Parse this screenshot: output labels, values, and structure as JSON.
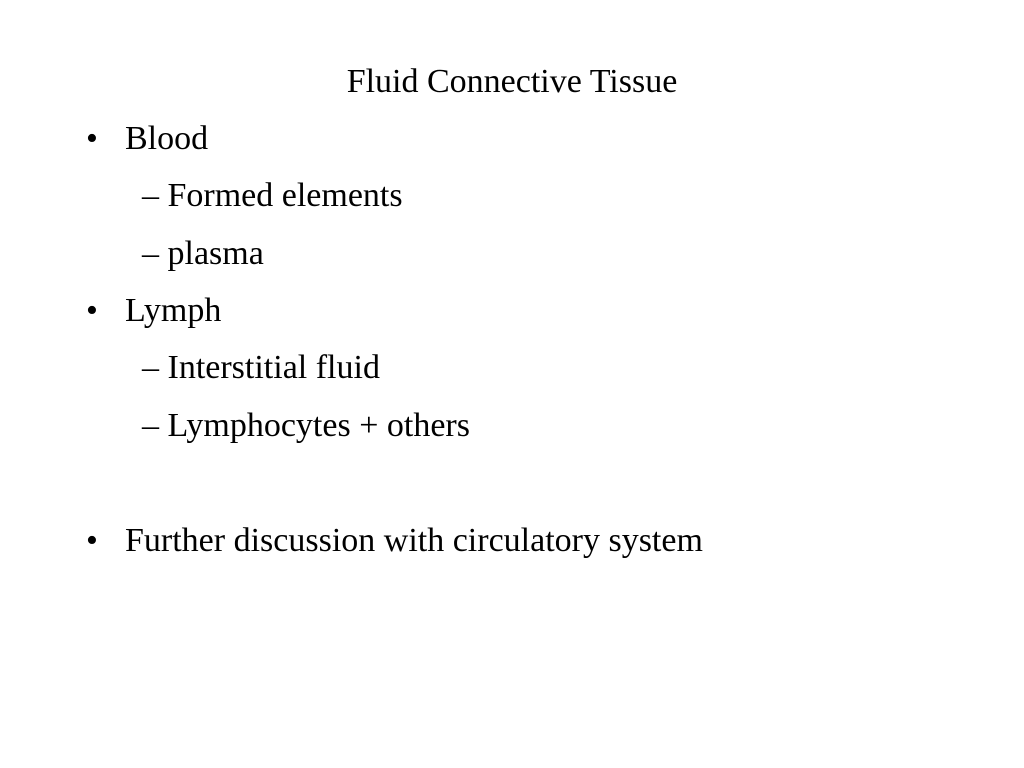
{
  "slide": {
    "title": "Fluid Connective Tissue",
    "bullet_glyph": "•",
    "items": [
      {
        "text": "Blood",
        "subitems": [
          "– Formed elements",
          "– plasma"
        ]
      },
      {
        "text": "Lymph",
        "subitems": [
          "– Interstitial fluid",
          "– Lymphocytes + others"
        ]
      },
      {
        "text": "Further discussion with circulatory system",
        "subitems": []
      }
    ]
  }
}
